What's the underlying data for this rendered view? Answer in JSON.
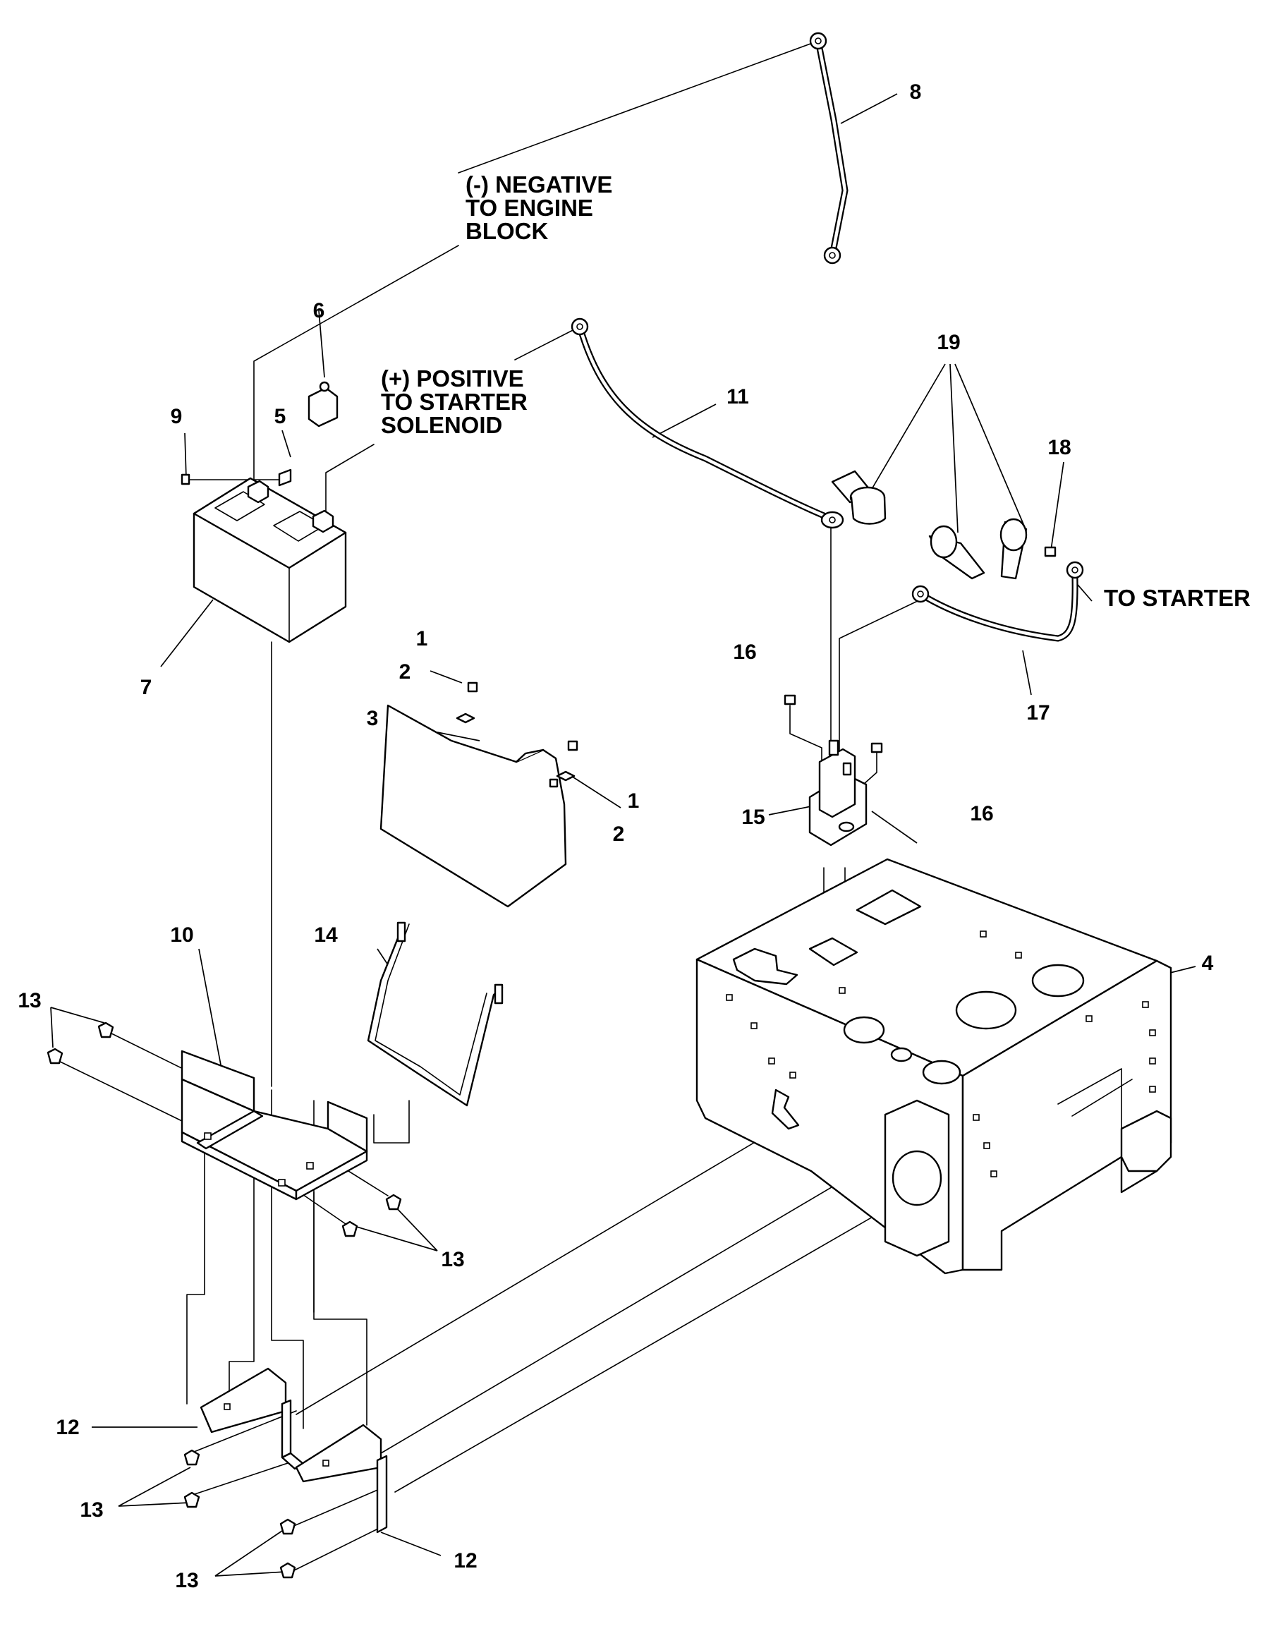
{
  "callouts": {
    "c1a": "1",
    "c1b": "1",
    "c2a": "2",
    "c2b": "2",
    "c3": "3",
    "c4": "4",
    "c5": "5",
    "c6": "6",
    "c7": "7",
    "c8": "8",
    "c9": "9",
    "c10": "10",
    "c11": "11",
    "c12a": "12",
    "c12b": "12",
    "c13a": "13",
    "c13b": "13",
    "c13c": "13",
    "c13d": "13",
    "c14": "14",
    "c15": "15",
    "c16a": "16",
    "c16b": "16",
    "c17": "17",
    "c18": "18",
    "c19": "19"
  },
  "notes": {
    "negative": [
      "(-) NEGATIVE",
      "TO ENGINE",
      "BLOCK"
    ],
    "positive": [
      "(+) POSITIVE",
      "TO STARTER",
      "SOLENOID"
    ],
    "to_starter": "TO STARTER"
  }
}
